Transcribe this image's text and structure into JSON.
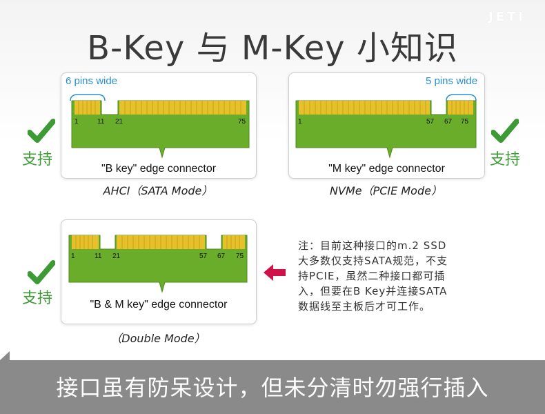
{
  "brand": "JETI",
  "title": "B-Key 与 M-Key 小知识",
  "support_label": "支持",
  "cards": {
    "b_key": {
      "caption": "\"B key\" edge connector",
      "mode": "AHCI（SATA Mode）",
      "wide_label": "6 pins wide",
      "pins": [
        "1",
        "11",
        "21",
        "75"
      ]
    },
    "m_key": {
      "caption": "\"M key\" edge connector",
      "mode": "NVMe（PCIE Mode）",
      "wide_label": "5 pins wide",
      "pins": [
        "1",
        "57",
        "67",
        "75"
      ]
    },
    "bm_key": {
      "caption": "\"B & M key\" edge connector",
      "mode": "（Double Mode）",
      "pins": [
        "1",
        "11",
        "21",
        "57",
        "67",
        "75"
      ]
    }
  },
  "note_lines": [
    "注：目前这种接口的m.2 SSD",
    "大多数仅支持SATA规范，不支",
    "持PCIE，虽然二种接口都可插",
    "入，但要在B Key并连接SATA",
    "数据线至主板后才可工作。"
  ],
  "banner": "接口虽有防呆设计，但未分清时勿强行插入",
  "colors": {
    "pcb_green": "#6aad2a",
    "pin_gold": "#e6c12b",
    "check_green": "#3d9a35",
    "arrow_red": "#d0124a",
    "label_blue": "#2a8fcf",
    "banner_gray": "#8a8a8a"
  }
}
